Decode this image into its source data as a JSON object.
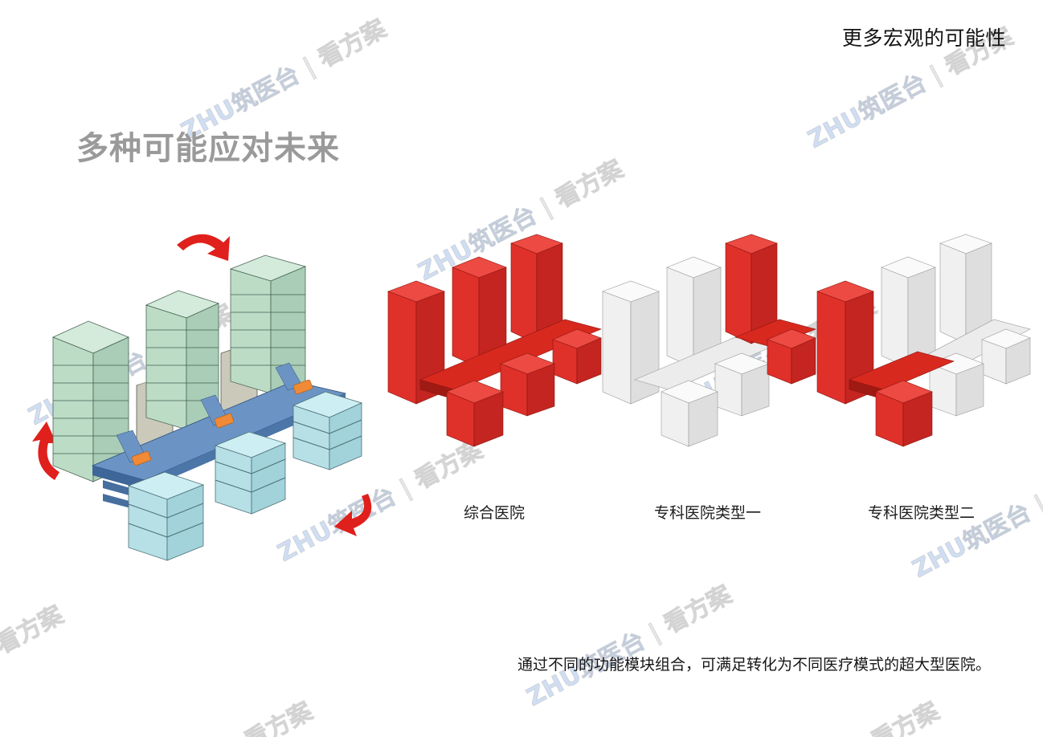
{
  "header": {
    "title": "更多宏观的可能性"
  },
  "section": {
    "title": "多种可能应对未来"
  },
  "diagrams": [
    {
      "id": "base-model",
      "caption": null,
      "description": "彩色模块化医院体块模型（绿色塔楼、灰色基座、蓝色医疗街、浅蓝病房楼、橙色连接件）带旋转箭头",
      "colors": {
        "tower": "#bcdcc6",
        "podium": "#d4d2c4",
        "spine": "#5b86b8",
        "ward": "#b6e0e6",
        "connector": "#f08a36",
        "arrow": "#e0201c"
      }
    },
    {
      "id": "general-hospital",
      "caption": "综合医院",
      "colors": {
        "active": "#e0302a"
      }
    },
    {
      "id": "specialty-hospital-1",
      "caption": "专科医院类型一",
      "colors": {
        "active": "#e0302a",
        "inactive": "#f4f4f4"
      }
    },
    {
      "id": "specialty-hospital-2",
      "caption": "专科医院类型二",
      "colors": {
        "active": "#e0302a",
        "inactive": "#f4f4f4"
      }
    }
  ],
  "footer": {
    "text": "通过不同的功能模块组合，可满足转化为不同医疗模式的超大型医院。"
  },
  "watermarks": {
    "logo": "ZHU筑医台",
    "sub": "看方案"
  }
}
